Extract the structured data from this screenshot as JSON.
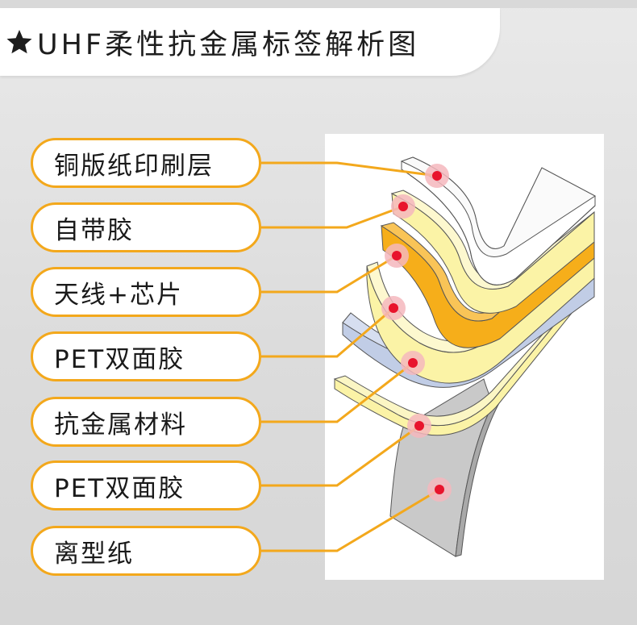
{
  "title": {
    "star_icon": "star-icon",
    "text": "UHF柔性抗金属标签解析图"
  },
  "colors": {
    "accent": "#f3a81c",
    "marker": "#e8142c",
    "marker_halo": "#f5b7bd",
    "layer_print": "#ffffff",
    "layer_yellow": "#fbf3a6",
    "layer_orange": "#f6ae1a",
    "layer_blue": "#c1cde6",
    "layer_grey": "#c9c9c9"
  },
  "labels": [
    {
      "id": "copper-paper",
      "text": "铜版纸印刷层"
    },
    {
      "id": "adhesive",
      "text": "自带胶"
    },
    {
      "id": "antenna-chip",
      "text": "天线+芯片"
    },
    {
      "id": "pet-tape-1",
      "text": "PET双面胶"
    },
    {
      "id": "anti-metal",
      "text": "抗金属材料"
    },
    {
      "id": "pet-tape-2",
      "text": "PET双面胶"
    },
    {
      "id": "release-paper",
      "text": "离型纸"
    }
  ]
}
